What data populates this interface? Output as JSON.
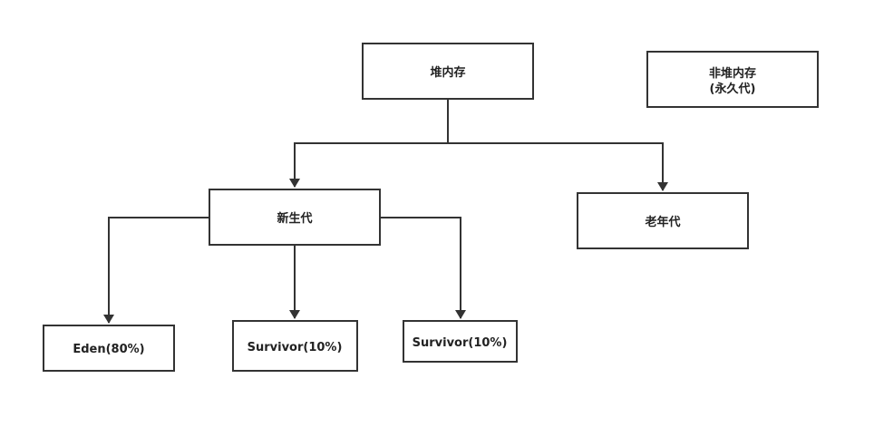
{
  "nodes": {
    "heap": {
      "label": "堆内存"
    },
    "nonheap": {
      "line1": "非堆内存",
      "line2": "(永久代)"
    },
    "young": {
      "label": "新生代"
    },
    "old": {
      "label": "老年代"
    },
    "eden": {
      "label": "Eden(80%)"
    },
    "survivor1": {
      "label": "Survivor(10%)"
    },
    "survivor2": {
      "label": "Survivor(10%)"
    }
  },
  "colors": {
    "stroke": "#333333",
    "fill": "#ffffff",
    "text": "#222222"
  }
}
